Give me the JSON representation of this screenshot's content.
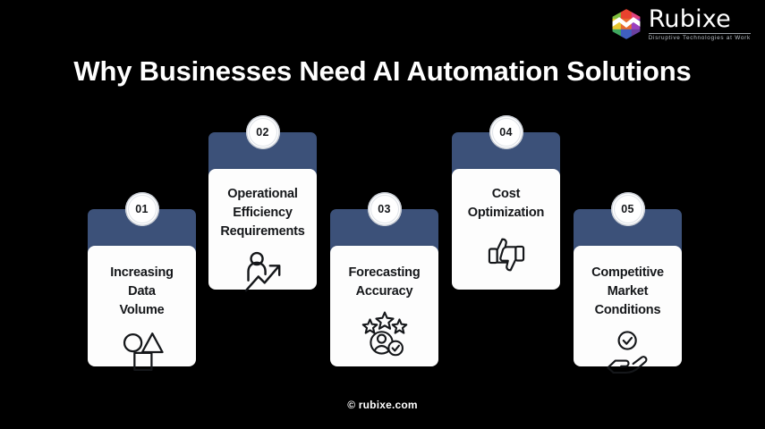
{
  "background_color": "#000000",
  "accent_color": "#3c5179",
  "card_color": "#fdfdfd",
  "brand": {
    "name": "Rubixe",
    "tagline": "Disruptive Technologies at Work",
    "logo_icon": "rubixe-hexagon-logo"
  },
  "title": "Why Businesses Need AI Automation Solutions",
  "cards": [
    {
      "number": "01",
      "title": "Increasing\nData\nVolume",
      "title_lines": [
        "Increasing",
        "Data",
        "Volume"
      ],
      "icon": "shapes-circle-triangle-square-icon",
      "variant": "low"
    },
    {
      "number": "02",
      "title": "Operational\nEfficiency\nRequirements",
      "title_lines": [
        "Operational",
        "Efficiency",
        "Requirements"
      ],
      "icon": "person-growth-arrow-icon",
      "variant": "high"
    },
    {
      "number": "03",
      "title": "Forecasting\nAccuracy",
      "title_lines": [
        "Forecasting",
        "Accuracy"
      ],
      "icon": "stars-person-check-icon",
      "variant": "low"
    },
    {
      "number": "04",
      "title": "Cost\nOptimization",
      "title_lines": [
        "Cost",
        "Optimization"
      ],
      "icon": "thumbs-up-down-icon",
      "variant": "high"
    },
    {
      "number": "05",
      "title": "Competitive\nMarket\nConditions",
      "title_lines": [
        "Competitive",
        "Market",
        "Conditions"
      ],
      "icon": "hand-check-icon",
      "variant": "low"
    }
  ],
  "footer": "© rubixe.com"
}
